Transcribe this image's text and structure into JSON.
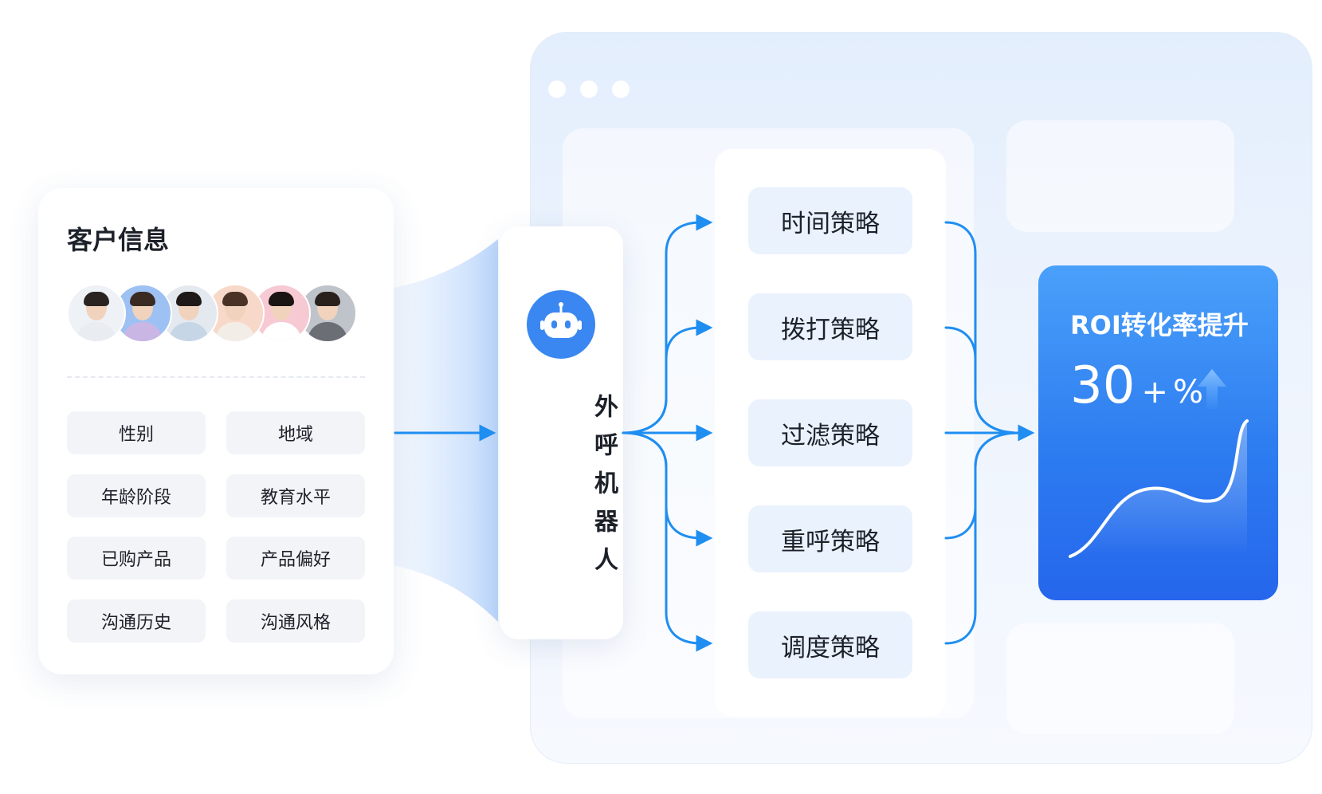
{
  "customer_info": {
    "title": "客户信息",
    "avatars": [
      {
        "name": "avatar-1",
        "bg": "#eef1f5",
        "hair": "#2b2320",
        "body": "#e9edf2"
      },
      {
        "name": "avatar-2",
        "bg": "#9dc1f3",
        "hair": "#3a2a22",
        "body": "#c9b6e4"
      },
      {
        "name": "avatar-3",
        "bg": "#e4e9ef",
        "hair": "#1f1a18",
        "body": "#c7d6e6"
      },
      {
        "name": "avatar-4",
        "bg": "#f8d8c8",
        "hair": "#4a3326",
        "body": "#f3ede8"
      },
      {
        "name": "avatar-5",
        "bg": "#f7c9d3",
        "hair": "#1a1412",
        "body": "#ffffff"
      },
      {
        "name": "avatar-6",
        "bg": "#bfc4ca",
        "hair": "#2a211d",
        "body": "#6b6f75"
      }
    ],
    "tags": [
      "性别",
      "地域",
      "年龄阶段",
      "教育水平",
      "已购产品",
      "产品偏好",
      "沟通历史",
      "沟通风格"
    ]
  },
  "robot": {
    "label": "外呼机器人",
    "icon": "robot-icon"
  },
  "strategies": [
    "时间策略",
    "拨打策略",
    "过滤策略",
    "重呼策略",
    "调度策略"
  ],
  "roi": {
    "title": "ROI转化率提升",
    "value": "30",
    "plus": "+",
    "percent": "%"
  },
  "colors": {
    "accent": "#2d7cf0",
    "connector": "#1f8ef1",
    "tag_bg": "#f2f4f8",
    "strategy_bg": "#eaf2fe"
  }
}
